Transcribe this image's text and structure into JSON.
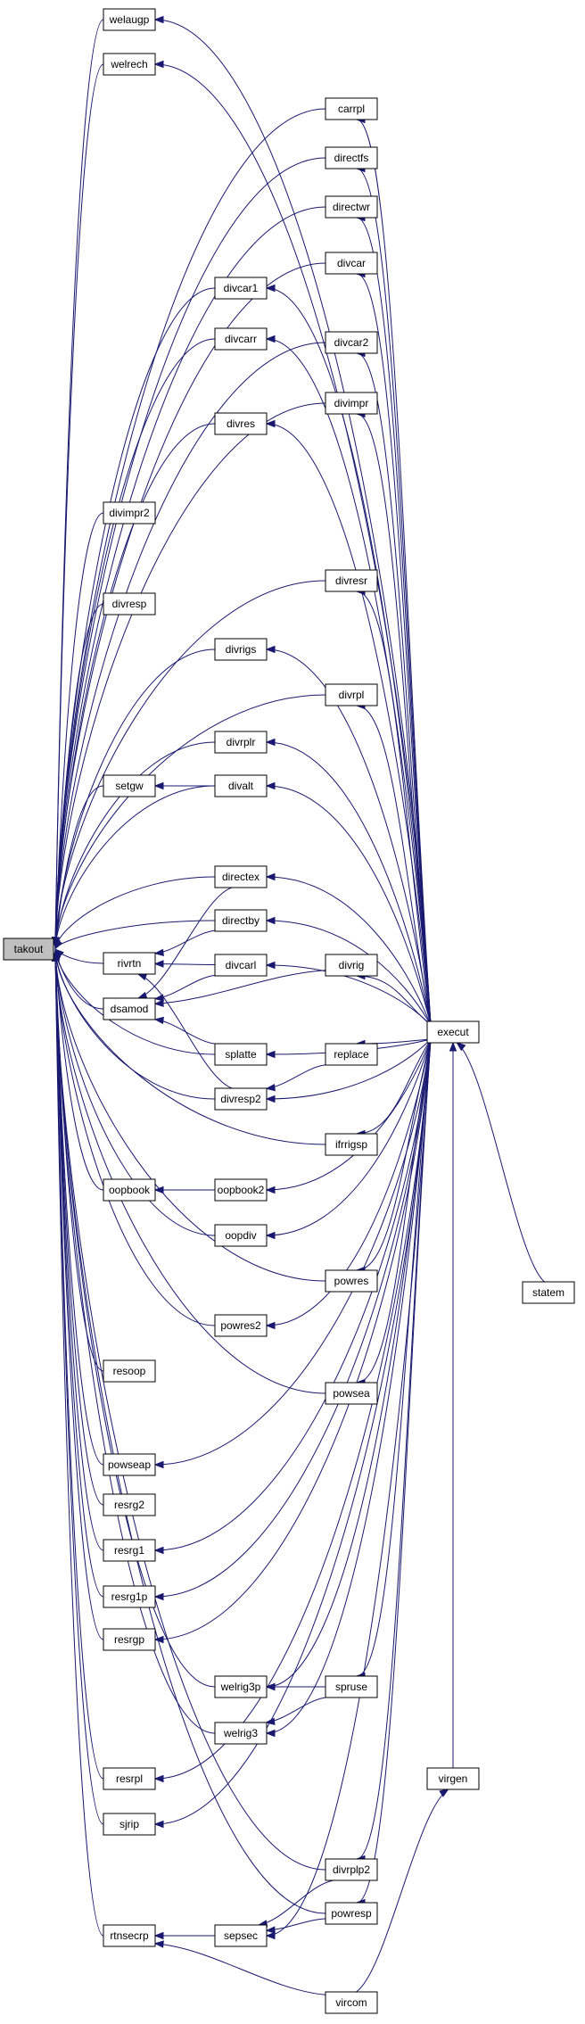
{
  "diagram": {
    "type": "call-graph",
    "colors": {
      "edge": "#191970",
      "node_fill": "#ffffff",
      "root_fill": "#bfbfbf",
      "node_border": "#000000"
    },
    "nodes": [
      {
        "id": "takout",
        "label": "takout",
        "root": true
      },
      {
        "id": "welaugp",
        "label": "welaugp"
      },
      {
        "id": "welrech",
        "label": "welrech"
      },
      {
        "id": "carrpl",
        "label": "carrpl"
      },
      {
        "id": "directfs",
        "label": "directfs"
      },
      {
        "id": "directwr",
        "label": "directwr"
      },
      {
        "id": "divcar",
        "label": "divcar"
      },
      {
        "id": "divcar1",
        "label": "divcar1"
      },
      {
        "id": "divcarr",
        "label": "divcarr"
      },
      {
        "id": "divcar2",
        "label": "divcar2"
      },
      {
        "id": "divimpr",
        "label": "divimpr"
      },
      {
        "id": "divres",
        "label": "divres"
      },
      {
        "id": "divimpr2",
        "label": "divimpr2"
      },
      {
        "id": "divresr",
        "label": "divresr"
      },
      {
        "id": "divresp",
        "label": "divresp"
      },
      {
        "id": "divrigs",
        "label": "divrigs"
      },
      {
        "id": "divrpl",
        "label": "divrpl"
      },
      {
        "id": "divrplr",
        "label": "divrplr"
      },
      {
        "id": "setgw",
        "label": "setgw"
      },
      {
        "id": "divalt",
        "label": "divalt"
      },
      {
        "id": "directex",
        "label": "directex"
      },
      {
        "id": "directby",
        "label": "directby"
      },
      {
        "id": "rivrtn",
        "label": "rivrtn"
      },
      {
        "id": "divcarl",
        "label": "divcarl"
      },
      {
        "id": "divrig",
        "label": "divrig"
      },
      {
        "id": "dsamod",
        "label": "dsamod"
      },
      {
        "id": "execut",
        "label": "execut"
      },
      {
        "id": "splatte",
        "label": "splatte"
      },
      {
        "id": "replace",
        "label": "replace"
      },
      {
        "id": "divresp2",
        "label": "divresp2"
      },
      {
        "id": "ifrrigsp",
        "label": "ifrrigsp"
      },
      {
        "id": "oopbook",
        "label": "oopbook"
      },
      {
        "id": "oopbook2",
        "label": "oopbook2"
      },
      {
        "id": "oopdiv",
        "label": "oopdiv"
      },
      {
        "id": "powres",
        "label": "powres"
      },
      {
        "id": "statem",
        "label": "statem"
      },
      {
        "id": "powres2",
        "label": "powres2"
      },
      {
        "id": "resoop",
        "label": "resoop"
      },
      {
        "id": "powsea",
        "label": "powsea"
      },
      {
        "id": "powseap",
        "label": "powseap"
      },
      {
        "id": "resrg2",
        "label": "resrg2"
      },
      {
        "id": "resrg1",
        "label": "resrg1"
      },
      {
        "id": "resrg1p",
        "label": "resrg1p"
      },
      {
        "id": "resrgp",
        "label": "resrgp"
      },
      {
        "id": "welrig3p",
        "label": "welrig3p"
      },
      {
        "id": "spruse",
        "label": "spruse"
      },
      {
        "id": "welrig3",
        "label": "welrig3"
      },
      {
        "id": "virgen",
        "label": "virgen"
      },
      {
        "id": "resrpl",
        "label": "resrpl"
      },
      {
        "id": "sjrip",
        "label": "sjrip"
      },
      {
        "id": "divrplp2",
        "label": "divrplp2"
      },
      {
        "id": "powresp",
        "label": "powresp"
      },
      {
        "id": "rtnsecrp",
        "label": "rtnsecrp"
      },
      {
        "id": "sepsec",
        "label": "sepsec"
      },
      {
        "id": "vircom",
        "label": "vircom"
      }
    ],
    "edges": [
      [
        "welaugp",
        "takout"
      ],
      [
        "welrech",
        "takout"
      ],
      [
        "carrpl",
        "takout"
      ],
      [
        "directfs",
        "takout"
      ],
      [
        "directwr",
        "takout"
      ],
      [
        "divcar",
        "takout"
      ],
      [
        "divcar1",
        "takout"
      ],
      [
        "divcarr",
        "takout"
      ],
      [
        "divcar2",
        "takout"
      ],
      [
        "divimpr",
        "takout"
      ],
      [
        "divres",
        "takout"
      ],
      [
        "divimpr2",
        "takout"
      ],
      [
        "divresr",
        "takout"
      ],
      [
        "divresp",
        "takout"
      ],
      [
        "divrigs",
        "takout"
      ],
      [
        "divrpl",
        "takout"
      ],
      [
        "divrplr",
        "takout"
      ],
      [
        "setgw",
        "takout"
      ],
      [
        "divalt",
        "takout"
      ],
      [
        "directex",
        "takout"
      ],
      [
        "directby",
        "takout"
      ],
      [
        "rivrtn",
        "takout"
      ],
      [
        "dsamod",
        "takout"
      ],
      [
        "splatte",
        "takout"
      ],
      [
        "divresp2",
        "takout"
      ],
      [
        "ifrrigsp",
        "takout"
      ],
      [
        "oopbook",
        "takout"
      ],
      [
        "oopdiv",
        "takout"
      ],
      [
        "powres",
        "takout"
      ],
      [
        "powres2",
        "takout"
      ],
      [
        "resoop",
        "takout"
      ],
      [
        "powsea",
        "takout"
      ],
      [
        "powseap",
        "takout"
      ],
      [
        "resrg2",
        "takout"
      ],
      [
        "resrg1",
        "takout"
      ],
      [
        "resrg1p",
        "takout"
      ],
      [
        "resrgp",
        "takout"
      ],
      [
        "welrig3p",
        "takout"
      ],
      [
        "welrig3",
        "takout"
      ],
      [
        "resrpl",
        "takout"
      ],
      [
        "sjrip",
        "takout"
      ],
      [
        "divrplp2",
        "takout"
      ],
      [
        "powresp",
        "takout"
      ],
      [
        "rtnsecrp",
        "takout"
      ],
      [
        "divalt",
        "setgw"
      ],
      [
        "directby",
        "rivrtn"
      ],
      [
        "divcarl",
        "rivrtn"
      ],
      [
        "directex",
        "dsamod"
      ],
      [
        "divcarl",
        "dsamod"
      ],
      [
        "divrig",
        "dsamod"
      ],
      [
        "splatte",
        "dsamod"
      ],
      [
        "divresp2",
        "rivrtn"
      ],
      [
        "oopbook2",
        "oopbook"
      ],
      [
        "spruse",
        "welrig3p"
      ],
      [
        "spruse",
        "welrig3"
      ],
      [
        "sepsec",
        "rtnsecrp"
      ],
      [
        "vircom",
        "rtnsecrp"
      ],
      [
        "divrplp2",
        "sepsec"
      ],
      [
        "powresp",
        "sepsec"
      ],
      [
        "execut",
        "welaugp"
      ],
      [
        "execut",
        "welrech"
      ],
      [
        "execut",
        "carrpl"
      ],
      [
        "execut",
        "directfs"
      ],
      [
        "execut",
        "directwr"
      ],
      [
        "execut",
        "divcar"
      ],
      [
        "execut",
        "divcar1"
      ],
      [
        "execut",
        "divcarr"
      ],
      [
        "execut",
        "divcar2"
      ],
      [
        "execut",
        "divimpr"
      ],
      [
        "execut",
        "divres"
      ],
      [
        "execut",
        "divresr"
      ],
      [
        "execut",
        "divrigs"
      ],
      [
        "execut",
        "divrpl"
      ],
      [
        "execut",
        "divrplr"
      ],
      [
        "execut",
        "divalt"
      ],
      [
        "execut",
        "directex"
      ],
      [
        "execut",
        "directby"
      ],
      [
        "execut",
        "divcarl"
      ],
      [
        "execut",
        "divrig"
      ],
      [
        "execut",
        "splatte"
      ],
      [
        "execut",
        "replace"
      ],
      [
        "execut",
        "divresp2"
      ],
      [
        "execut",
        "ifrrigsp"
      ],
      [
        "execut",
        "oopbook2"
      ],
      [
        "execut",
        "oopdiv"
      ],
      [
        "execut",
        "powres"
      ],
      [
        "execut",
        "powres2"
      ],
      [
        "execut",
        "powsea"
      ],
      [
        "execut",
        "powseap"
      ],
      [
        "execut",
        "resrg1"
      ],
      [
        "execut",
        "resrg1p"
      ],
      [
        "execut",
        "resrgp"
      ],
      [
        "execut",
        "welrig3p"
      ],
      [
        "execut",
        "spruse"
      ],
      [
        "execut",
        "welrig3"
      ],
      [
        "execut",
        "resrpl"
      ],
      [
        "execut",
        "sjrip"
      ],
      [
        "execut",
        "divrplp2"
      ],
      [
        "execut",
        "powresp"
      ],
      [
        "execut",
        "sepsec"
      ],
      [
        "replace",
        "divresp2"
      ],
      [
        "statem",
        "execut"
      ],
      [
        "virgen",
        "execut"
      ],
      [
        "vircom",
        "virgen"
      ]
    ]
  }
}
